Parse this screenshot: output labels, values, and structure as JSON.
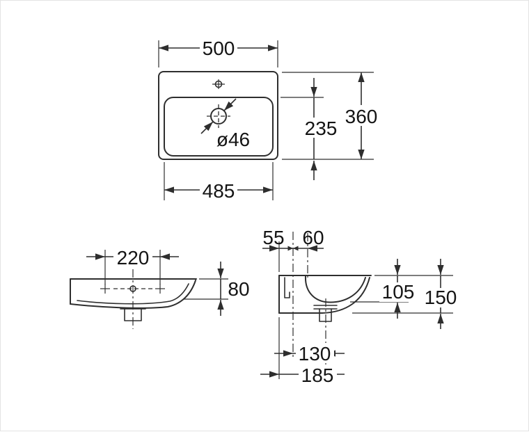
{
  "colors": {
    "line": "#2e2e2e",
    "text": "#141414",
    "bg": "#ffffff"
  },
  "views": {
    "plan": {
      "overall_width": "500",
      "overall_depth": "360",
      "bowl_front_depth": "235",
      "bowl_width": "485",
      "drain_diameter": "ø46"
    },
    "front": {
      "tap_hole_spacing": "220",
      "apron_height": "80"
    },
    "side": {
      "back_to_fixing": "55",
      "fixing_to_tap": "60",
      "bowl_inner_depth": "105",
      "overall_height": "150",
      "fixing_to_drain": "130",
      "back_to_drain": "185"
    }
  }
}
